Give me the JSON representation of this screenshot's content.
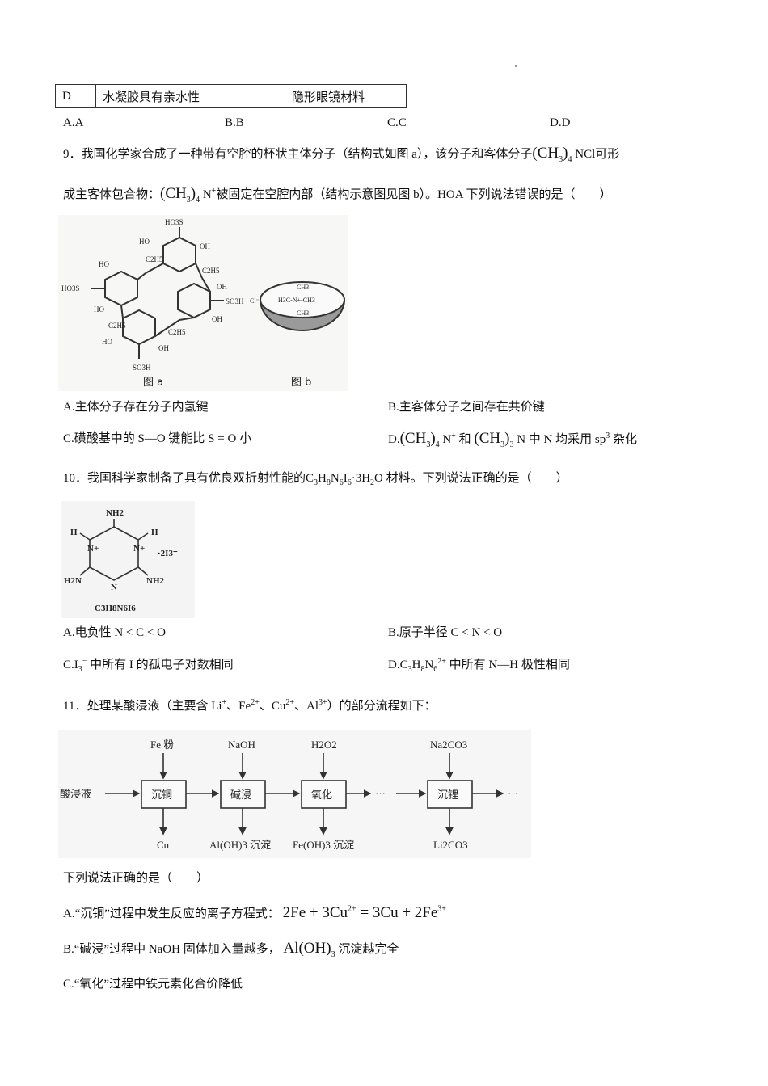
{
  "table_row": {
    "col1": "D",
    "col2": "水凝胶具有亲水性",
    "col3": "隐形眼镜材料"
  },
  "q8_choices": [
    "A.A",
    "B.B",
    "C.C",
    "D.D"
  ],
  "q9": {
    "line1_pre": "9．我国化学家合成了一种带有空腔的杯状主体分子（结构式如图 a），该分子和客体分子",
    "line1_formula": "(CH3)4NCl",
    "line1_post": "可形",
    "line2_pre": "成主客体包合物：",
    "line2_formula": "(CH3)4N+",
    "line2_post": "被固定在空腔内部（结构示意图见图 b）。HOA 下列说法错误的是（　　）",
    "figure_a_caption": "图 a",
    "figure_b_caption": "图 b",
    "figure_a_labels": [
      "HO3S",
      "HO",
      "OH",
      "C2H5",
      "C2H5",
      "HO",
      "OH",
      "HO3S",
      "SO3H",
      "HO",
      "OH",
      "C2H5",
      "C2H5",
      "HO",
      "OH",
      "SO3H"
    ],
    "figure_b_labels": [
      "Cl-",
      "CH3",
      "H3C-N+-CH3",
      "CH3"
    ],
    "options": {
      "A": "A.主体分子存在分子内氢键",
      "B": "B.主客体分子之间存在共价键",
      "C": "C.磺酸基中的 S—O 键能比 S = O 小",
      "D_pre": "D.",
      "D_text": "(CH3)4N+ 和 (CH3)3N 中 N 均采用 sp3 杂化"
    }
  },
  "q10": {
    "stem_pre": "10．我国科学家制备了具有优良双折射性能的",
    "stem_formula": "C3H8N6I6·3H2O",
    "stem_post": "材料。下列说法正确的是（　　）",
    "figure_caption": "C3H8N6I6",
    "figure_labels": [
      "NH2",
      "H",
      "H",
      "N+",
      "N+",
      "·2I3-",
      "H2N",
      "N",
      "NH2"
    ],
    "options": {
      "A": "A.电负性 N < C < O",
      "B": "B.原子半径 C < N < O",
      "C": "C.I3- 中所有 I 的孤电子对数相同",
      "D": "D.C3H8N6 2+ 中所有 N—H 极性相同"
    }
  },
  "q11": {
    "stem": "11．处理某酸浸液（主要含 Li+、Fe2+、Cu2+、Al3+）的部分流程如下：",
    "flow": {
      "input": "酸浸液",
      "steps": [
        {
          "name": "沉铜",
          "reagent": "Fe 粉",
          "product": "Cu"
        },
        {
          "name": "碱浸",
          "reagent": "NaOH",
          "product": "Al(OH)3 沉淀"
        },
        {
          "name": "氧化",
          "reagent": "H2O2",
          "product": "Fe(OH)3 沉淀"
        },
        {
          "name": "沉锂",
          "reagent": "Na2CO3",
          "product": "Li2CO3"
        }
      ],
      "ellipsis": "···"
    },
    "question": "下列说法正确的是（　　）",
    "options": {
      "A_pre": "A.“沉铜”过程中发生反应的离子方程式：",
      "A_eq": "2Fe + 3Cu2+ = 3Cu + 2Fe3+",
      "B_pre": "B.“碱浸”过程中 NaOH 固体加入量越多，",
      "B_formula": "Al(OH)3",
      "B_post": "沉淀越完全",
      "C": "C.“氧化”过程中铁元素化合价降低"
    }
  }
}
